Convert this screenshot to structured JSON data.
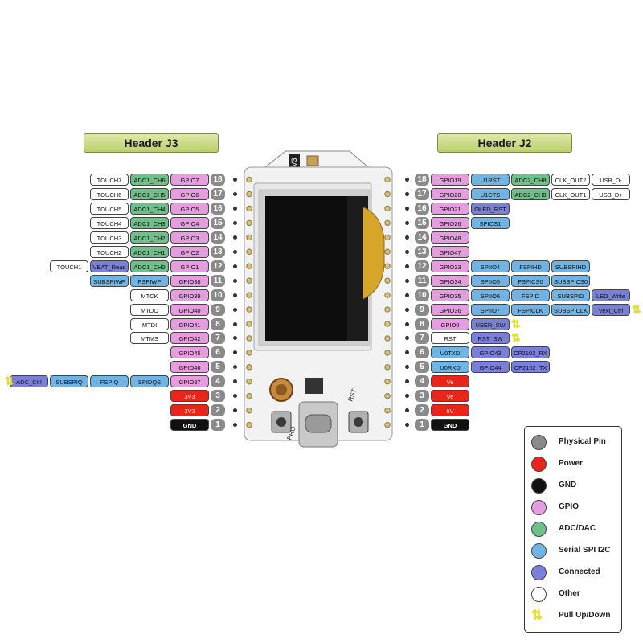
{
  "headers": {
    "left": "Header J3",
    "right": "Header J2"
  },
  "board": {
    "v3_label": "V3",
    "prg_label": "PRG",
    "rst_label": "RST"
  },
  "colors": {
    "other": "#ffffff",
    "gpio": "#e59de0",
    "adc": "#6dc08a",
    "serial": "#6fb4e4",
    "connected": "#7a80d8",
    "power": "#e8251b",
    "gnd": "#111111",
    "physical": "#8a8a8a",
    "pull": "#e8e800"
  },
  "left_pins": [
    {
      "num": "18",
      "labels": [
        {
          "t": "GPIO7",
          "c": "gpio"
        },
        {
          "t": "ADC1_CH6",
          "c": "adc"
        },
        {
          "t": "TOUCH7",
          "c": "other"
        }
      ]
    },
    {
      "num": "17",
      "labels": [
        {
          "t": "GPIO6",
          "c": "gpio"
        },
        {
          "t": "ADC1_CH5",
          "c": "adc"
        },
        {
          "t": "TOUCH6",
          "c": "other"
        }
      ]
    },
    {
      "num": "16",
      "labels": [
        {
          "t": "GPIO5",
          "c": "gpio"
        },
        {
          "t": "ADC1_CH4",
          "c": "adc"
        },
        {
          "t": "TOUCH5",
          "c": "other"
        }
      ]
    },
    {
      "num": "15",
      "labels": [
        {
          "t": "GPIO4",
          "c": "gpio"
        },
        {
          "t": "ADC1_CH3",
          "c": "adc"
        },
        {
          "t": "TOUCH4",
          "c": "other"
        }
      ]
    },
    {
      "num": "14",
      "labels": [
        {
          "t": "GPIO3",
          "c": "gpio"
        },
        {
          "t": "ADC1_CH2",
          "c": "adc"
        },
        {
          "t": "TOUCH3",
          "c": "other"
        }
      ]
    },
    {
      "num": "13",
      "labels": [
        {
          "t": "GPIO2",
          "c": "gpio"
        },
        {
          "t": "ADC1_CH1",
          "c": "adc"
        },
        {
          "t": "TOUCH2",
          "c": "other"
        }
      ]
    },
    {
      "num": "12",
      "labels": [
        {
          "t": "GPIO1",
          "c": "gpio"
        },
        {
          "t": "ADC1_CH0",
          "c": "adc"
        },
        {
          "t": "VBAT_Read",
          "c": "con"
        },
        {
          "t": "TOUCH1",
          "c": "other"
        }
      ]
    },
    {
      "num": "11",
      "labels": [
        {
          "t": "GPIO38",
          "c": "gpio"
        },
        {
          "t": "FSPIWP",
          "c": "ser"
        },
        {
          "t": "SUBSPIWP",
          "c": "ser"
        }
      ]
    },
    {
      "num": "10",
      "labels": [
        {
          "t": "GPIO39",
          "c": "gpio"
        },
        {
          "t": "MTCK",
          "c": "other"
        }
      ]
    },
    {
      "num": "9",
      "labels": [
        {
          "t": "GPIO40",
          "c": "gpio"
        },
        {
          "t": "MTDO",
          "c": "other"
        }
      ]
    },
    {
      "num": "8",
      "labels": [
        {
          "t": "GPIO41",
          "c": "gpio"
        },
        {
          "t": "MTDI",
          "c": "other"
        }
      ]
    },
    {
      "num": "7",
      "labels": [
        {
          "t": "GPIO42",
          "c": "gpio"
        },
        {
          "t": "MTMS",
          "c": "other"
        }
      ]
    },
    {
      "num": "6",
      "labels": [
        {
          "t": "GPIO45",
          "c": "gpio"
        }
      ]
    },
    {
      "num": "5",
      "labels": [
        {
          "t": "GPIO46",
          "c": "gpio"
        }
      ]
    },
    {
      "num": "4",
      "labels": [
        {
          "t": "GPIO37",
          "c": "gpio"
        },
        {
          "t": "SPIDQS",
          "c": "ser"
        },
        {
          "t": "FSPIQ",
          "c": "ser"
        },
        {
          "t": "SUBSPIQ",
          "c": "ser"
        },
        {
          "t": "ADC_Ctrl",
          "c": "con"
        }
      ],
      "arrow": true
    },
    {
      "num": "3",
      "labels": [
        {
          "t": "3V3",
          "c": "pow"
        }
      ]
    },
    {
      "num": "2",
      "labels": [
        {
          "t": "3V3",
          "c": "pow"
        }
      ]
    },
    {
      "num": "1",
      "labels": [
        {
          "t": "GND",
          "c": "gnd"
        }
      ]
    }
  ],
  "right_pins": [
    {
      "num": "18",
      "labels": [
        {
          "t": "GPIO19",
          "c": "gpio"
        },
        {
          "t": "U1RST",
          "c": "ser"
        },
        {
          "t": "ADC2_CH8",
          "c": "adc"
        },
        {
          "t": "CLK_OUT2",
          "c": "other"
        },
        {
          "t": "USB_D-",
          "c": "other"
        }
      ]
    },
    {
      "num": "17",
      "labels": [
        {
          "t": "GPIO20",
          "c": "gpio"
        },
        {
          "t": "U1CTS",
          "c": "ser"
        },
        {
          "t": "ADC2_CH9",
          "c": "adc"
        },
        {
          "t": "CLK_OUT1",
          "c": "other"
        },
        {
          "t": "USB_D+",
          "c": "other"
        }
      ]
    },
    {
      "num": "16",
      "labels": [
        {
          "t": "GPIO21",
          "c": "gpio"
        },
        {
          "t": "OLED_RST",
          "c": "con"
        }
      ]
    },
    {
      "num": "15",
      "labels": [
        {
          "t": "GPIO26",
          "c": "gpio"
        },
        {
          "t": "SPICS1",
          "c": "ser"
        }
      ]
    },
    {
      "num": "14",
      "labels": [
        {
          "t": "GPIO48",
          "c": "gpio"
        }
      ]
    },
    {
      "num": "13",
      "labels": [
        {
          "t": "GPIO47",
          "c": "gpio"
        }
      ]
    },
    {
      "num": "12",
      "labels": [
        {
          "t": "GPIO33",
          "c": "gpio"
        },
        {
          "t": "SPIIO4",
          "c": "ser"
        },
        {
          "t": "FSPIHD",
          "c": "ser"
        },
        {
          "t": "SUBSPIHD",
          "c": "ser"
        }
      ]
    },
    {
      "num": "11",
      "labels": [
        {
          "t": "GPIO34",
          "c": "gpio"
        },
        {
          "t": "SPIIO5",
          "c": "ser"
        },
        {
          "t": "FSPICS0",
          "c": "ser"
        },
        {
          "t": "SUBSPICS0",
          "c": "ser"
        }
      ]
    },
    {
      "num": "10",
      "labels": [
        {
          "t": "GPIO35",
          "c": "gpio"
        },
        {
          "t": "SPIIO6",
          "c": "ser"
        },
        {
          "t": "FSPID",
          "c": "ser"
        },
        {
          "t": "SUBSPID",
          "c": "ser"
        },
        {
          "t": "LED_Write",
          "c": "con"
        }
      ]
    },
    {
      "num": "9",
      "labels": [
        {
          "t": "GPIO36",
          "c": "gpio"
        },
        {
          "t": "SPIIO7",
          "c": "ser"
        },
        {
          "t": "FSPICLK",
          "c": "ser"
        },
        {
          "t": "SUBSPICLK",
          "c": "ser"
        },
        {
          "t": "Vext_Ctrl",
          "c": "con"
        }
      ],
      "arrow": true
    },
    {
      "num": "8",
      "labels": [
        {
          "t": "GPIO0",
          "c": "gpio"
        },
        {
          "t": "USER_SW",
          "c": "con"
        }
      ],
      "arrow": true
    },
    {
      "num": "7",
      "labels": [
        {
          "t": "RST",
          "c": "other"
        },
        {
          "t": "RST_SW",
          "c": "con"
        }
      ],
      "arrow": true
    },
    {
      "num": "6",
      "labels": [
        {
          "t": "U0TXD",
          "c": "ser"
        },
        {
          "t": "GPIO43",
          "c": "con"
        },
        {
          "t": "CP2102_RX",
          "c": "con"
        }
      ]
    },
    {
      "num": "5",
      "labels": [
        {
          "t": "U0RXD",
          "c": "ser"
        },
        {
          "t": "GPIO44",
          "c": "con"
        },
        {
          "t": "CP2102_TX",
          "c": "con"
        }
      ]
    },
    {
      "num": "4",
      "labels": [
        {
          "t": "Ve",
          "c": "pow"
        }
      ]
    },
    {
      "num": "3",
      "labels": [
        {
          "t": "Ve",
          "c": "pow"
        }
      ]
    },
    {
      "num": "2",
      "labels": [
        {
          "t": "5V",
          "c": "pow"
        }
      ]
    },
    {
      "num": "1",
      "labels": [
        {
          "t": "GND",
          "c": "gnd"
        }
      ]
    }
  ],
  "legend": [
    {
      "label": "Physical Pin",
      "c": "physical"
    },
    {
      "label": "Power",
      "c": "pow"
    },
    {
      "label": "GND",
      "c": "gnd"
    },
    {
      "label": "GPIO",
      "c": "gpio"
    },
    {
      "label": "ADC/DAC",
      "c": "adc"
    },
    {
      "label": "Serial SPI I2C",
      "c": "ser"
    },
    {
      "label": "Connected",
      "c": "con"
    },
    {
      "label": "Other",
      "c": "other"
    },
    {
      "label": "Pull Up/Down",
      "c": "pull"
    }
  ]
}
